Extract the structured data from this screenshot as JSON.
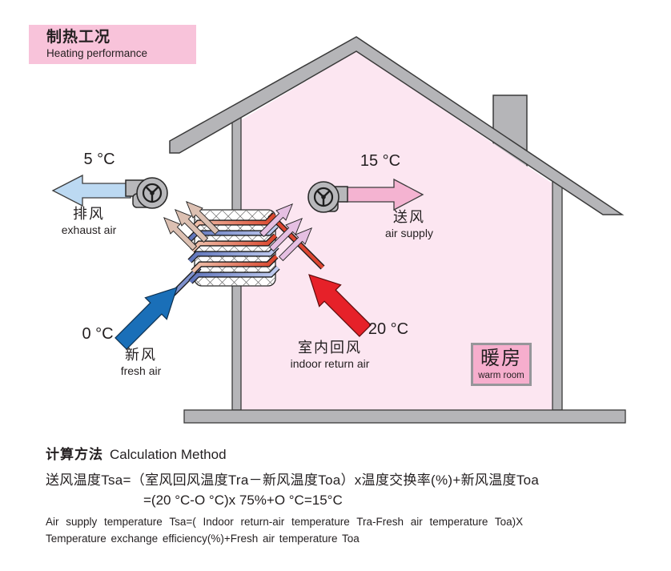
{
  "header": {
    "title_zh": "制热工况",
    "title_en": "Heating performance"
  },
  "diagram": {
    "exhaust": {
      "temp": "5 °C",
      "label_zh": "排风",
      "label_en": "exhaust air"
    },
    "supply": {
      "temp": "15 °C",
      "label_zh": "送风",
      "label_en": "air supply"
    },
    "fresh": {
      "temp": "0 °C",
      "label_zh": "新风",
      "label_en": "fresh air"
    },
    "return": {
      "temp": "20 °C",
      "label_zh": "室内回风",
      "label_en": "indoor return air"
    },
    "room": {
      "label_zh": "暖房",
      "label_en": "warm room"
    },
    "icons": {
      "exhaust_fan": "fan-icon",
      "supply_fan": "fan-icon"
    },
    "colors": {
      "heading_bg": "#f8c3da",
      "house_gray": "#b5b5b8",
      "interior_pink": "#fce6f1",
      "warm_room_bg": "#f6aecd",
      "exhaust_arrow": "#bcd9f2",
      "supply_arrow": "#f4b3d1",
      "fresh_arrow": "#1a6fb8",
      "return_arrow": "#e62129",
      "exchanger_hot": "#da4128",
      "exchanger_cold": "#5f74bb"
    }
  },
  "calculation": {
    "heading_zh": "计算方法",
    "heading_en": "Calculation Method",
    "formula_zh": "送风温度Tsa=（室风回风温度Tra－新风温度Toa）x温度交换率(%)+新风温度Toa",
    "formula_values": "=(20 °C-O °C)x 75%+O °C=15°C",
    "formula_en1": "Air supply temperature Tsa=( Indoor return-air temperature Tra-Fresh air temperature Toa)X",
    "formula_en2": "Temperature exchange efficiency(%)+Fresh air temperature Toa"
  }
}
